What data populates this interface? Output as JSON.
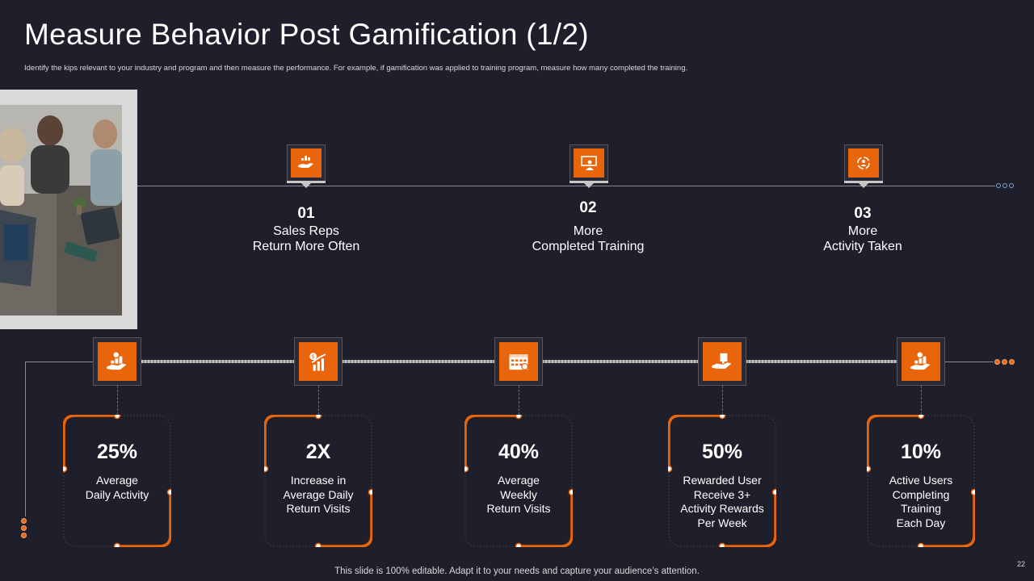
{
  "slide": {
    "title": "Measure Behavior Post Gamification (1/2)",
    "subtitle": "Identify the kips relevant to your industry and program and then measure the performance. For example, if gamification was applied to training program, measure how many completed the training.",
    "footer": "This slide is 100% editable. Adapt it to your needs and capture your audience’s attention.",
    "page_number": "22"
  },
  "top_steps": [
    {
      "num": "01",
      "line1": "Sales Reps",
      "line2": "Return More Often",
      "icon": "hand-money-icon"
    },
    {
      "num": "02",
      "line1": "More",
      "line2": "Completed Training",
      "icon": "presentation-icon"
    },
    {
      "num": "03",
      "line1": "More",
      "line2": "Activity Taken",
      "icon": "activity-cycle-icon"
    }
  ],
  "metrics": [
    {
      "value": "25%",
      "lines": [
        "Average",
        "Daily Activity"
      ],
      "icon": "hand-money-icon"
    },
    {
      "value": "2X",
      "lines": [
        "Increase in",
        "Average Daily",
        "Return Visits"
      ],
      "icon": "growth-chart-icon"
    },
    {
      "value": "40%",
      "lines": [
        "Average",
        "Weekly",
        "Return Visits"
      ],
      "icon": "calendar-icon"
    },
    {
      "value": "50%",
      "lines": [
        "Rewarded User",
        "Receive 3+",
        "Activity Rewards",
        "Per Week"
      ],
      "icon": "hand-reward-icon"
    },
    {
      "value": "10%",
      "lines": [
        "Active Users",
        "Completing",
        "Training",
        "Each Day"
      ],
      "icon": "hand-money-icon"
    }
  ],
  "colors": {
    "background": "#1f1f2b",
    "accent": "#e8650c",
    "text": "#ffffff"
  }
}
